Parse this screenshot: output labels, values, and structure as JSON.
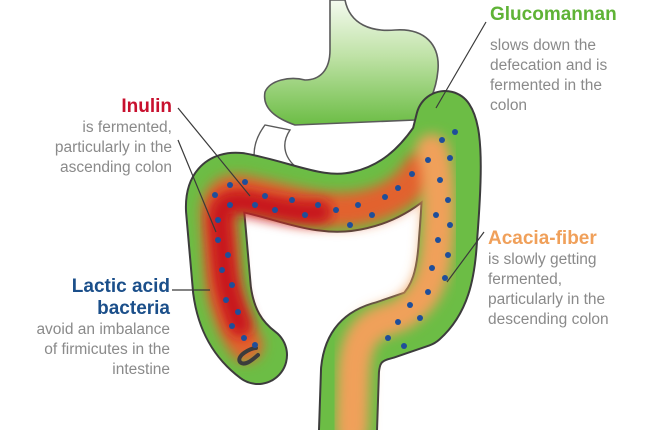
{
  "colors": {
    "inulin": "#c8102e",
    "lactic": "#1b4f8a",
    "glucomannan": "#5fb336",
    "acacia": "#f0a05a",
    "description": "#8a8a8a",
    "colon_base": "#6cbd45",
    "colon_outline": "#3c3c3c",
    "bacteria_dot": "#1f4e9a"
  },
  "labels": {
    "inulin": {
      "title": "Inulin",
      "lines": [
        "is fermented,",
        "particularly in the",
        "ascending colon"
      ]
    },
    "lactic": {
      "title_lines": [
        "Lactic acid",
        "bacteria"
      ],
      "lines": [
        "avoid an imbalance",
        "of firmicutes in the",
        "intestine"
      ]
    },
    "glucomannan": {
      "title": "Glucomannan",
      "lines": [
        "slows down the",
        "defecation and is",
        "fermented in the",
        "colon"
      ]
    },
    "acacia": {
      "title": "Acacia-fiber",
      "lines": [
        "is slowly getting",
        "fermented,",
        "particularly in the",
        "descending colon"
      ]
    }
  }
}
